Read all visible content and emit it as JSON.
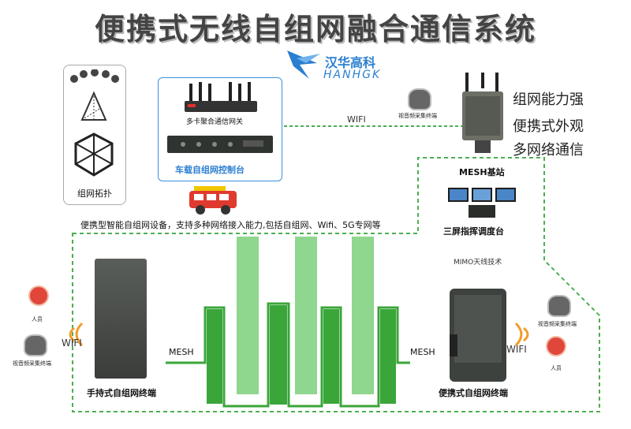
{
  "title": "便携式无线自组网融合通信系统",
  "logo": {
    "cn": "汉华高科",
    "en": "HANHGK"
  },
  "topology_label": "组网拓扑",
  "gateway_label": "多卡聚合通信网关",
  "vehicle_console_label": "车载自组网控制台",
  "top_wifi": "WIFI",
  "av_terminal_label": "视音频采集终端",
  "features": [
    "组网能力强",
    "便携式外观",
    "多网络通信"
  ],
  "mesh_base_label": "MESH基站",
  "triple_screen_label": "三屏指挥调度台",
  "description": "便携型智能自组网设备，支持多种网络接入能力,包括自组网、Wifi、5G专网等",
  "mimo_label": "MIMO天线技术",
  "person_label": "人员",
  "left_wifi": "WIFI",
  "left_mesh": "MESH",
  "right_mesh": "MESH",
  "right_wifi": "WIFI",
  "handheld_label": "手持式自组网终端",
  "portable_label": "便携式自组网终端",
  "colors": {
    "accent_blue": "#3b8fe0",
    "mesh_green_dark": "#3aa63a",
    "mesh_green_light": "#8fd68f",
    "dashed_green": "#4caf50",
    "signal_orange": "#f39c2a"
  }
}
